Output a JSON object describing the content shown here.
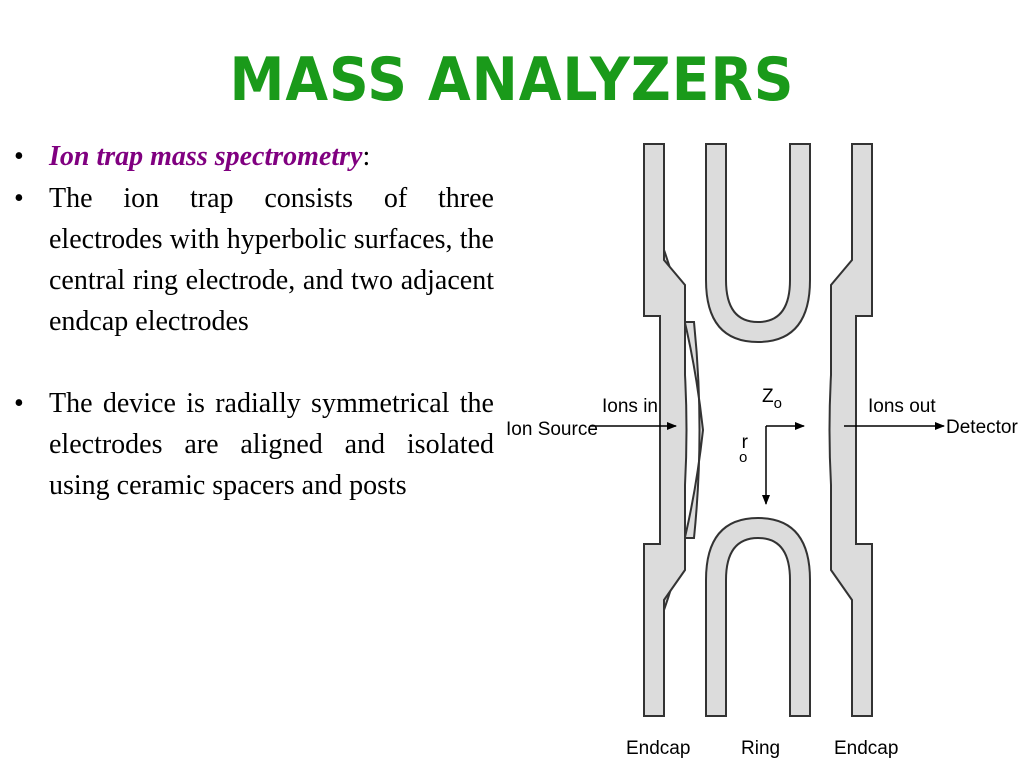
{
  "title": "MASS ANALYZERS",
  "bullets": [
    {
      "heading": "Ion trap mass spectrometry",
      "suffix": ":"
    },
    {
      "text": "The ion trap consists of three electrodes with hyperbolic surfaces, the central ring electrode, and two adjacent endcap electrodes"
    },
    {
      "text": "The device is radially symmetrical the electrodes are aligned and isolated using ceramic spacers and posts"
    }
  ],
  "bullet_symbol": "•",
  "diagram": {
    "labels": {
      "ion_source": "Ion Source",
      "ions_in": "Ions in",
      "z_axis": "Z",
      "z_sub": "o",
      "r_axis": "r",
      "r_sub": "o",
      "ions_out": "Ions out",
      "detector": "Detector",
      "endcap_left": "Endcap",
      "ring": "Ring",
      "endcap_right": "Endcap"
    },
    "colors": {
      "electrode_fill": "#dcdcdc",
      "electrode_stroke": "#333333"
    }
  }
}
